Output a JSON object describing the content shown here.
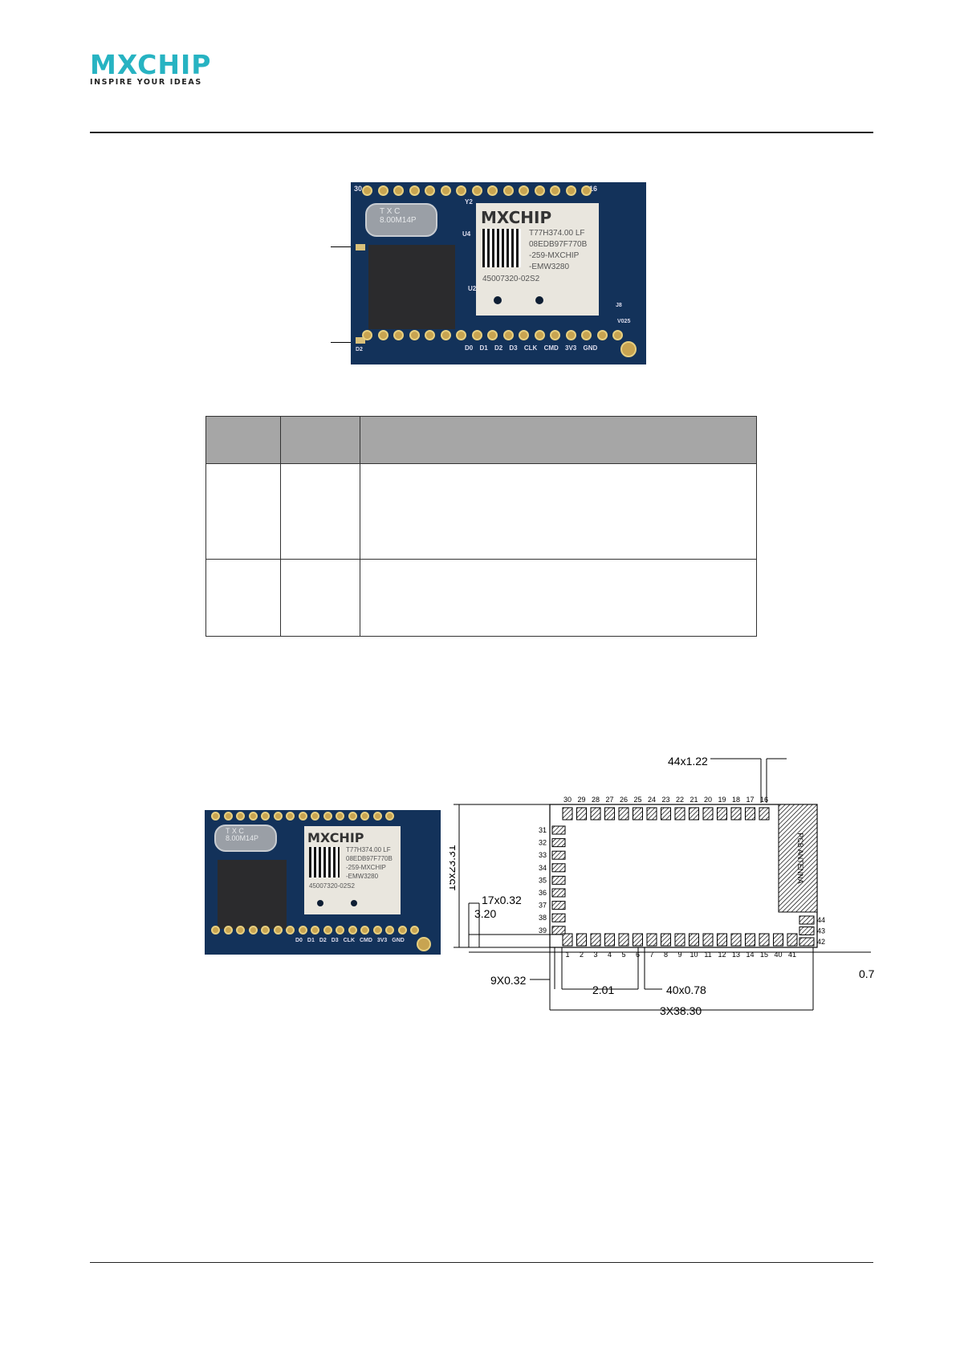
{
  "header": {
    "logo_text": "MXCHIP",
    "logo_tagline": "INSPIRE YOUR IDEAS"
  },
  "photo_top": {
    "brand": "MXCHIP",
    "label_lines": [
      "T77H374.00 LF",
      "08EDB97F770B",
      "-259-MXCHIP",
      "-EMW3280"
    ],
    "part_number": "45007320-02S2",
    "crystal_text": "T X C 8.00M14P",
    "pin_labels": [
      "D0",
      "D1",
      "D2",
      "D3",
      "CLK",
      "CMD",
      "3V3",
      "GND"
    ],
    "pin_numbers": [
      "30",
      "16"
    ],
    "silk": [
      "Y2",
      "U4",
      "U2",
      "J8",
      "V025",
      "D2"
    ]
  },
  "table": {
    "header": [
      "",
      "",
      ""
    ],
    "rows": [
      [
        "",
        "",
        ""
      ],
      [
        "",
        "",
        ""
      ]
    ]
  },
  "drawing": {
    "top_pins": [
      "30",
      "29",
      "28",
      "27",
      "26",
      "25",
      "24",
      "23",
      "22",
      "21",
      "20",
      "19",
      "18",
      "17",
      "16"
    ],
    "left_pins": [
      "31",
      "32",
      "33",
      "34",
      "35",
      "36",
      "37",
      "38",
      "39"
    ],
    "bottom_pins": [
      "1",
      "2",
      "3",
      "4",
      "5",
      "6",
      "7",
      "8",
      "9",
      "10",
      "11",
      "12",
      "13",
      "14",
      "15",
      "40",
      "41"
    ],
    "right_pins": [
      "44",
      "43",
      "42"
    ],
    "antenna_label": "PCB ANTENNA",
    "dims": {
      "top": "44x1.22",
      "left_height": "15x23.31",
      "left_a": "17x0.32",
      "left_b": "3.20",
      "bottom_a": "9X0.32",
      "bottom_b": "2.01",
      "bottom_c": "40x0.78",
      "bottom_total": "3X38.30",
      "right_cut": "0.7"
    }
  }
}
